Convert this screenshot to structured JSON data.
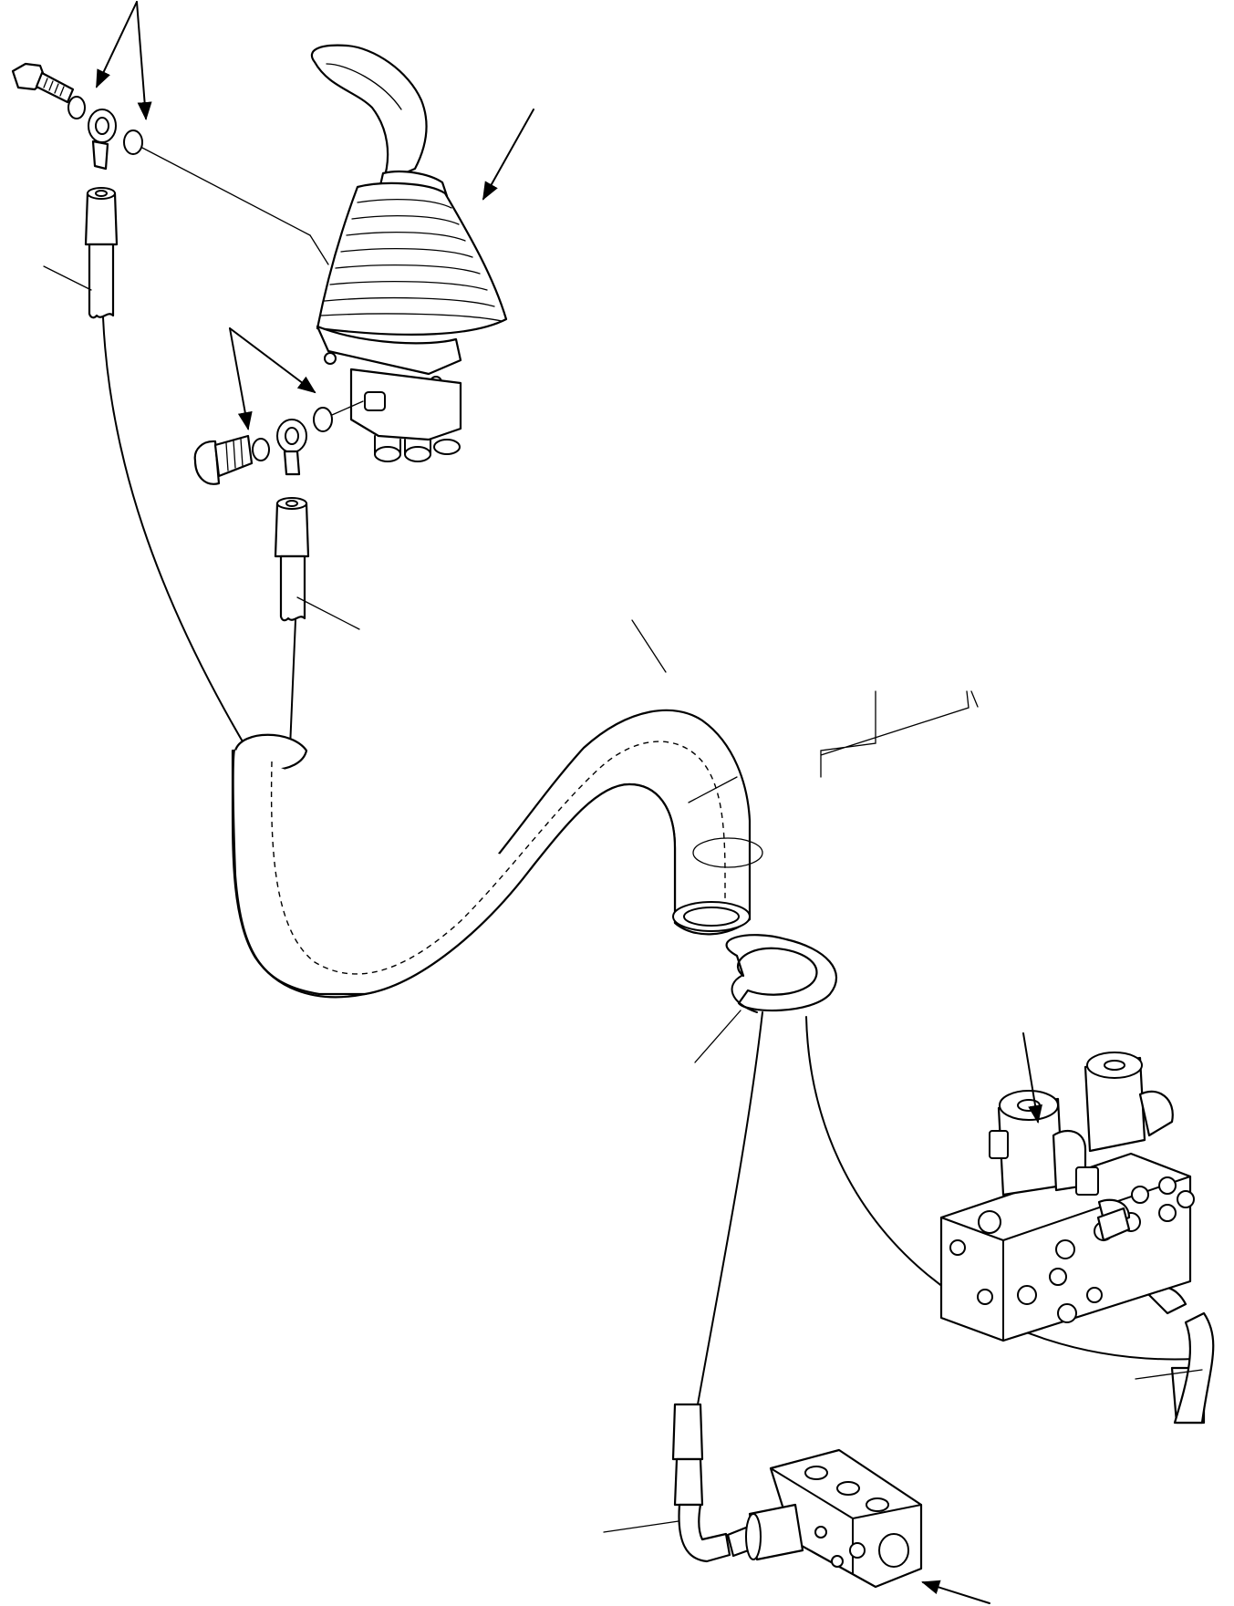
{
  "diagram": {
    "parts": [
      "joystick-control-lever",
      "swivel-bolt-upper",
      "swivel-bolt-lower",
      "hose-left",
      "hose-center",
      "protective-sleeve",
      "sleeve-clamp",
      "solenoid-valve-block",
      "hose-right",
      "hose-bottom",
      "connector-block"
    ],
    "leader_lines": 14,
    "line_color": "#000000",
    "background": "#ffffff"
  }
}
